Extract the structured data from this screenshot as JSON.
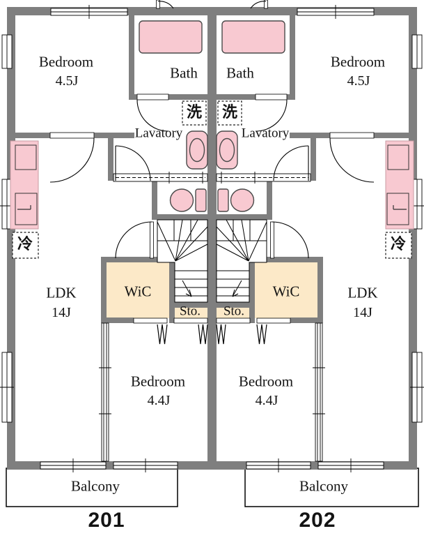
{
  "colors": {
    "wall": "#7f7f7f",
    "fixture": "#f8c9d1",
    "closet": "#fce9c8",
    "line": "#111111",
    "background": "#ffffff"
  },
  "units": {
    "left": {
      "number": "201",
      "bedroom_top": {
        "label": "Bedroom",
        "size": "4.5J"
      },
      "bath_label": "Bath",
      "washer_label": "洗",
      "lavatory_label": "Lavatory",
      "fridge_label": "冷",
      "ldk": {
        "label": "LDK",
        "size": "14J"
      },
      "wic_label": "WiC",
      "storage_label": "Sto.",
      "bedroom_bottom": {
        "label": "Bedroom",
        "size": "4.4J"
      },
      "balcony_label": "Balcony"
    },
    "right": {
      "number": "202",
      "bedroom_top": {
        "label": "Bedroom",
        "size": "4.5J"
      },
      "bath_label": "Bath",
      "washer_label": "洗",
      "lavatory_label": "Lavatory",
      "fridge_label": "冷",
      "ldk": {
        "label": "LDK",
        "size": "14J"
      },
      "wic_label": "WiC",
      "storage_label": "Sto.",
      "bedroom_bottom": {
        "label": "Bedroom",
        "size": "4.4J"
      },
      "balcony_label": "Balcony"
    }
  }
}
